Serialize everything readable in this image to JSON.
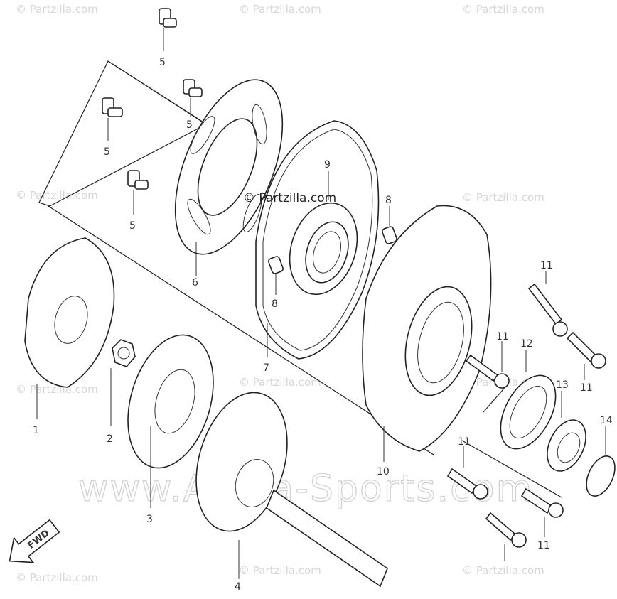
{
  "watermarks": {
    "corner_text": "© Partzilla.com",
    "center_text": "© Partzilla.com",
    "large_text": "www.Alpha-Sports.com"
  },
  "direction_arrow": {
    "label": "FWD"
  },
  "callouts": [
    "1",
    "2",
    "3",
    "4",
    "5",
    "5",
    "5",
    "5",
    "6",
    "7",
    "8",
    "8",
    "9",
    "10",
    "11",
    "11",
    "11",
    "11",
    "11",
    "12",
    "13",
    "14"
  ]
}
